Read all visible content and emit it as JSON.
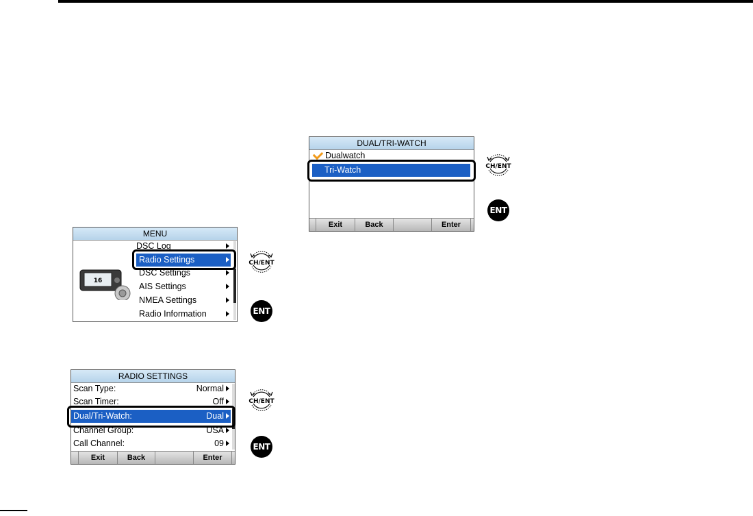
{
  "menu_screen": {
    "title": "MENU",
    "items": [
      {
        "label": "DSC Log"
      },
      {
        "label": "Radio Settings",
        "selected": true
      },
      {
        "label": "DSC Settings"
      },
      {
        "label": "AIS Settings"
      },
      {
        "label": "NMEA Settings"
      },
      {
        "label": "Radio Information"
      }
    ],
    "radio_channel": "16"
  },
  "radio_settings_screen": {
    "title": "RADIO SETTINGS",
    "rows": [
      {
        "label": "Scan Type:",
        "value": "Normal"
      },
      {
        "label": "Scan Timer:",
        "value": "Off"
      },
      {
        "label": "Dual/Tri-Watch:",
        "value": "Dual",
        "selected": true
      },
      {
        "label": "Channel Group:",
        "value": "USA"
      },
      {
        "label": "Call Channel:",
        "value": "09"
      }
    ],
    "softkeys": [
      "Exit",
      "Back",
      "",
      "Enter"
    ]
  },
  "dual_tri_watch_screen": {
    "title": "DUAL/TRI-WATCH",
    "items": [
      {
        "label": "Dualwatch",
        "checked": true
      },
      {
        "label": "Tri-Watch",
        "selected": true
      }
    ],
    "softkeys": [
      "Exit",
      "Back",
      "",
      "Enter"
    ]
  },
  "controls": {
    "knob_label": "CH/ENT",
    "ent_label": "ENT"
  },
  "colors": {
    "selection": "#1b5fc4",
    "title_bar": "#c6dff1",
    "check": "#f19a1a"
  }
}
